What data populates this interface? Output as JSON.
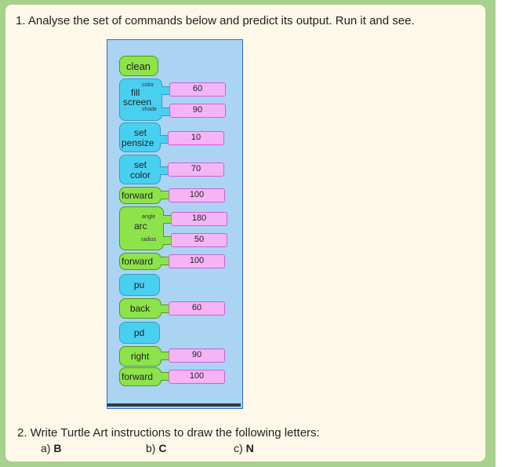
{
  "question1": "1. Analyse the set of commands below and predict its output. Run it and see.",
  "blocks": {
    "clean": "clean",
    "fill": "fill",
    "screen": "screen",
    "color_arg": "color",
    "shade_arg": "shade",
    "set1": "set",
    "pensize": "pensize",
    "set2": "set",
    "color": "color",
    "forward": "forward",
    "arc": "arc",
    "angle_arg": "angle",
    "radius_arg": "radius",
    "pu": "pu",
    "back": "back",
    "pd": "pd",
    "right": "right"
  },
  "values": {
    "fill_color": "60",
    "fill_shade": "90",
    "pensize": "10",
    "color": "70",
    "forward1": "100",
    "arc_angle": "180",
    "arc_radius": "50",
    "forward2": "100",
    "back": "60",
    "right": "90",
    "forward3": "100"
  },
  "question2": "2. Write Turtle Art instructions to draw the following letters:",
  "options": [
    {
      "prefix": "a) ",
      "letter": "B"
    },
    {
      "prefix": "b) ",
      "letter": "C"
    },
    {
      "prefix": "c) ",
      "letter": "N"
    }
  ]
}
